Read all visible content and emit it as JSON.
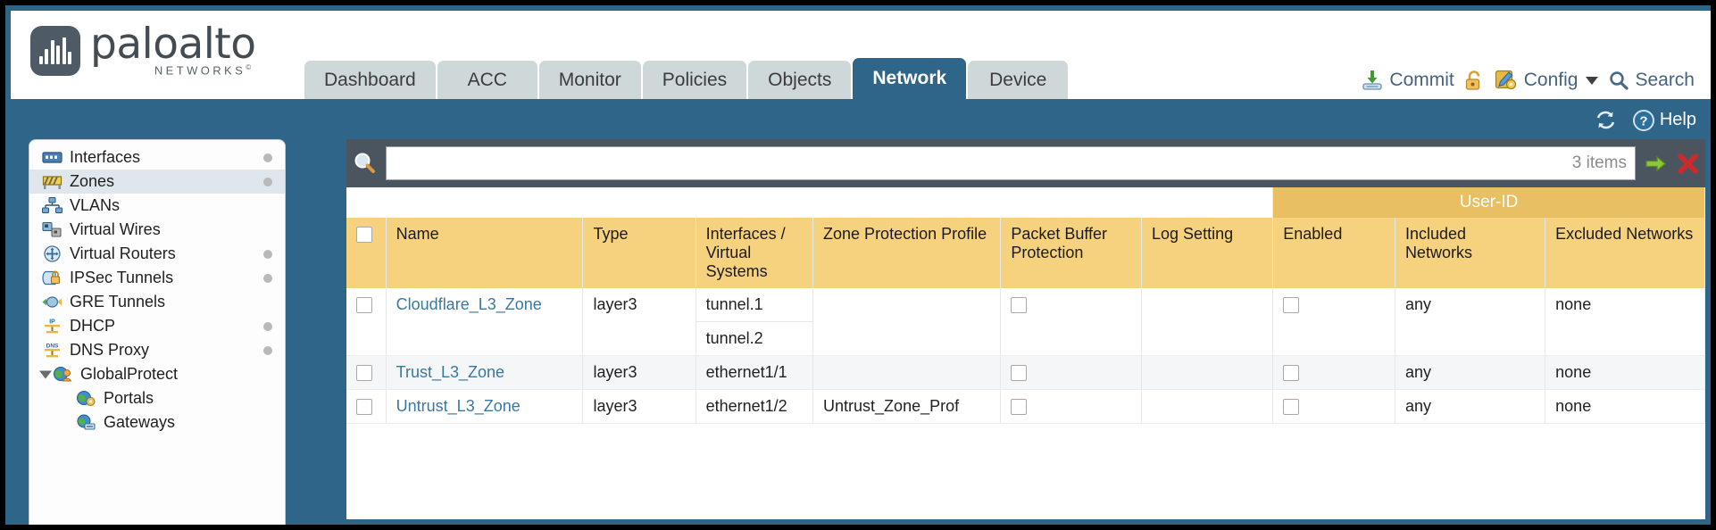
{
  "brand": {
    "name": "paloalto",
    "sub": "NETWORKS",
    "sub_mark": "©"
  },
  "tabs": [
    {
      "label": "Dashboard",
      "active": false
    },
    {
      "label": "ACC",
      "active": false
    },
    {
      "label": "Monitor",
      "active": false
    },
    {
      "label": "Policies",
      "active": false
    },
    {
      "label": "Objects",
      "active": false
    },
    {
      "label": "Network",
      "active": true
    },
    {
      "label": "Device",
      "active": false
    }
  ],
  "toolbar": {
    "commit_label": "Commit",
    "config_label": "Config",
    "search_label": "Search",
    "commit_icon": "commit-save-icon",
    "lock_icon": "padlock-icon",
    "config_icon": "config-wrench-icon",
    "search_icon": "magnifier-icon"
  },
  "bluebar": {
    "refresh_icon": "refresh-icon",
    "help_label": "Help",
    "help_icon": "question-help-icon"
  },
  "sidebar": {
    "items": [
      {
        "label": "Interfaces",
        "icon": "interfaces-icon",
        "selected": false,
        "dot": true,
        "child": false,
        "expander": false
      },
      {
        "label": "Zones",
        "icon": "zones-icon",
        "selected": true,
        "dot": true,
        "child": false,
        "expander": false
      },
      {
        "label": "VLANs",
        "icon": "vlans-icon",
        "selected": false,
        "dot": false,
        "child": false,
        "expander": false
      },
      {
        "label": "Virtual Wires",
        "icon": "virtual-wires-icon",
        "selected": false,
        "dot": false,
        "child": false,
        "expander": false
      },
      {
        "label": "Virtual Routers",
        "icon": "virtual-routers-icon",
        "selected": false,
        "dot": true,
        "child": false,
        "expander": false
      },
      {
        "label": "IPSec Tunnels",
        "icon": "ipsec-tunnels-icon",
        "selected": false,
        "dot": true,
        "child": false,
        "expander": false
      },
      {
        "label": "GRE Tunnels",
        "icon": "gre-tunnels-icon",
        "selected": false,
        "dot": false,
        "child": false,
        "expander": false
      },
      {
        "label": "DHCP",
        "icon": "dhcp-icon",
        "selected": false,
        "dot": true,
        "child": false,
        "expander": false
      },
      {
        "label": "DNS Proxy",
        "icon": "dns-proxy-icon",
        "selected": false,
        "dot": true,
        "child": false,
        "expander": false
      },
      {
        "label": "GlobalProtect",
        "icon": "globalprotect-icon",
        "selected": false,
        "dot": false,
        "child": false,
        "expander": true
      },
      {
        "label": "Portals",
        "icon": "portals-icon",
        "selected": false,
        "dot": false,
        "child": true,
        "expander": false
      },
      {
        "label": "Gateways",
        "icon": "gateways-icon",
        "selected": false,
        "dot": false,
        "child": true,
        "expander": false
      }
    ]
  },
  "search": {
    "value": "",
    "placeholder": "",
    "item_count": "3 items",
    "go_icon": "green-arrow-icon",
    "clear_icon": "red-x-icon"
  },
  "table": {
    "group_header": "User-ID",
    "columns": [
      "Name",
      "Type",
      "Interfaces / Virtual Systems",
      "Zone Protection Profile",
      "Packet Buffer Protection",
      "Log Setting",
      "Enabled",
      "Included Networks",
      "Excluded Networks"
    ],
    "rows": [
      {
        "name": "Cloudflare_L3_Zone",
        "type": "layer3",
        "interfaces": [
          "tunnel.1",
          "tunnel.2"
        ],
        "zone_protection_profile": "",
        "packet_buffer_protection": false,
        "log_setting": "",
        "userid_enabled": false,
        "included_networks": "any",
        "excluded_networks": "none",
        "alt": false
      },
      {
        "name": "Trust_L3_Zone",
        "type": "layer3",
        "interfaces": [
          "ethernet1/1"
        ],
        "zone_protection_profile": "",
        "packet_buffer_protection": false,
        "log_setting": "",
        "userid_enabled": false,
        "included_networks": "any",
        "excluded_networks": "none",
        "alt": true
      },
      {
        "name": "Untrust_L3_Zone",
        "type": "layer3",
        "interfaces": [
          "ethernet1/2"
        ],
        "zone_protection_profile": "Untrust_Zone_Prof",
        "packet_buffer_protection": false,
        "log_setting": "",
        "userid_enabled": false,
        "included_networks": "any",
        "excluded_networks": "none",
        "alt": false
      }
    ]
  },
  "colors": {
    "header_blue": "#2e6588",
    "panel_slate": "#4a5560",
    "table_header_amber": "#f6d27f",
    "group_header_amber": "#e8bf62",
    "link_blue": "#3a78a0",
    "tab_grey": "#ced8d9"
  }
}
